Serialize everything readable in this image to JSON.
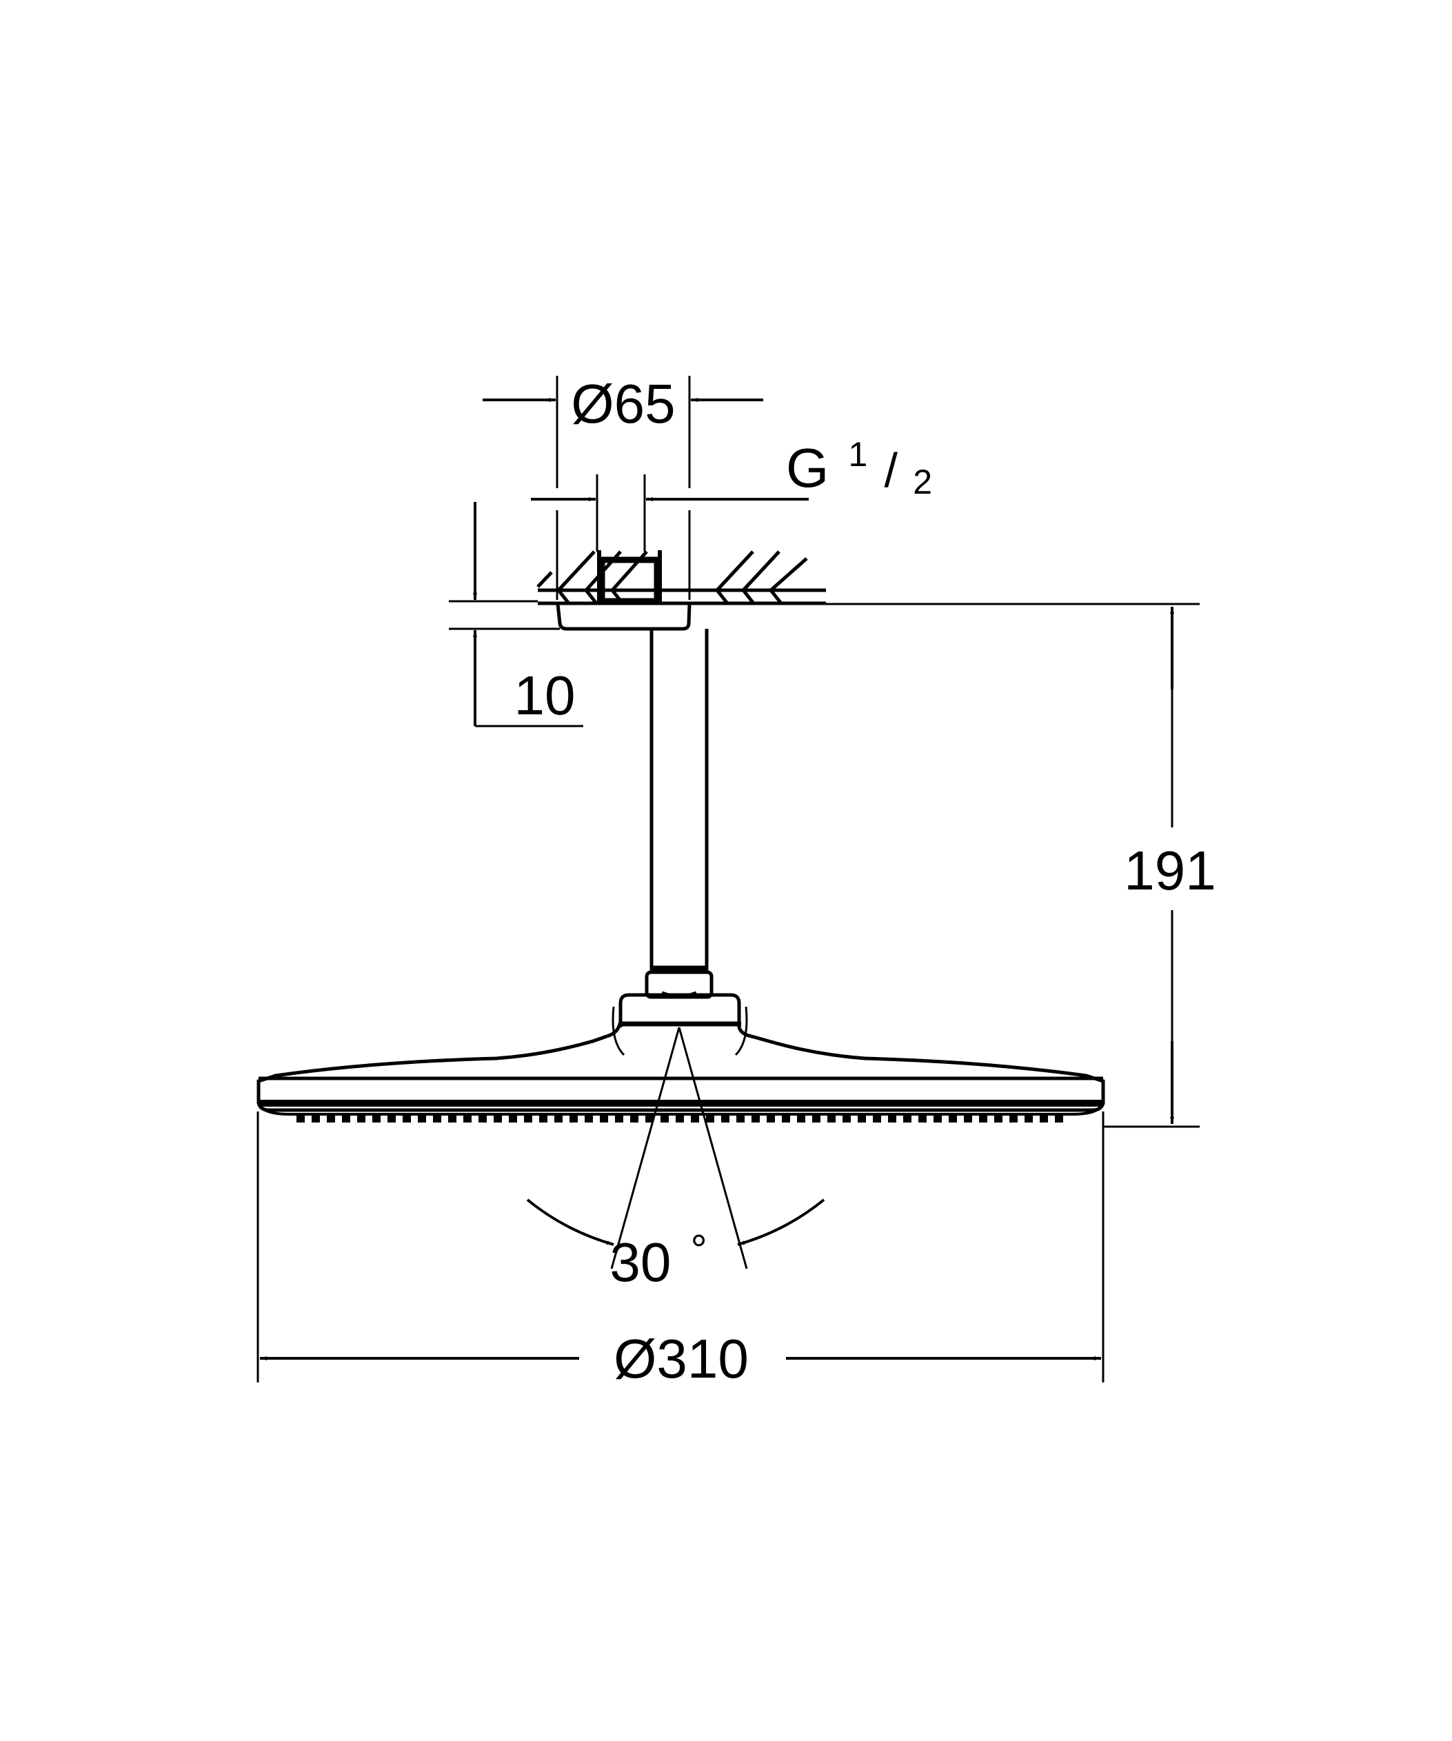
{
  "drawing": {
    "subject": "Ceiling-mounted rain shower head with shower arm",
    "line_color": "#000000",
    "background": "#ffffff",
    "dimensions": {
      "flange_diameter": "Ø65",
      "thread": {
        "main": "G",
        "numerator": "1",
        "denominator": "2"
      },
      "flange_thickness": "10",
      "total_height": "191",
      "spray_angle": "30",
      "degree_symbol": "°",
      "head_diameter": "Ø310"
    }
  }
}
